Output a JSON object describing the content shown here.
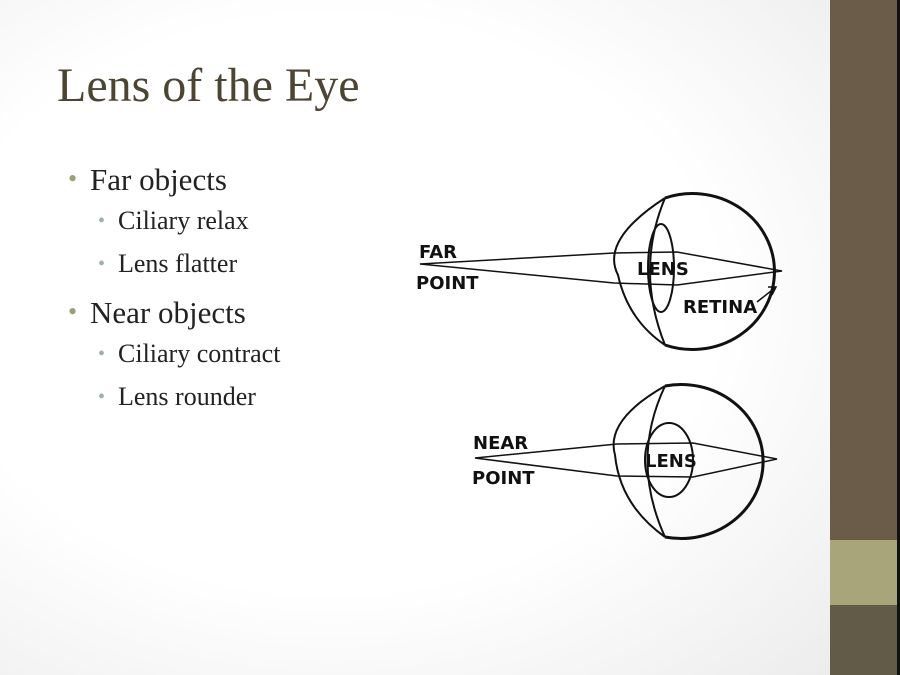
{
  "slide": {
    "title": "Lens of the Eye",
    "bullets": [
      {
        "text": "Far objects",
        "sub": [
          "Ciliary relax",
          "Lens flatter"
        ]
      },
      {
        "text": "Near objects",
        "sub": [
          "Ciliary contract",
          "Lens rounder"
        ]
      }
    ]
  },
  "diagram": {
    "far": {
      "label1": "FAR",
      "label2": "POINT",
      "lens": "LENS",
      "retina": "RETINA"
    },
    "near": {
      "label1": "NEAR",
      "label2": "POINT",
      "lens": "LENS"
    }
  },
  "colors": {
    "bar": "#6b5c4a",
    "band": "#a9a57b",
    "title": "#4d4533"
  }
}
